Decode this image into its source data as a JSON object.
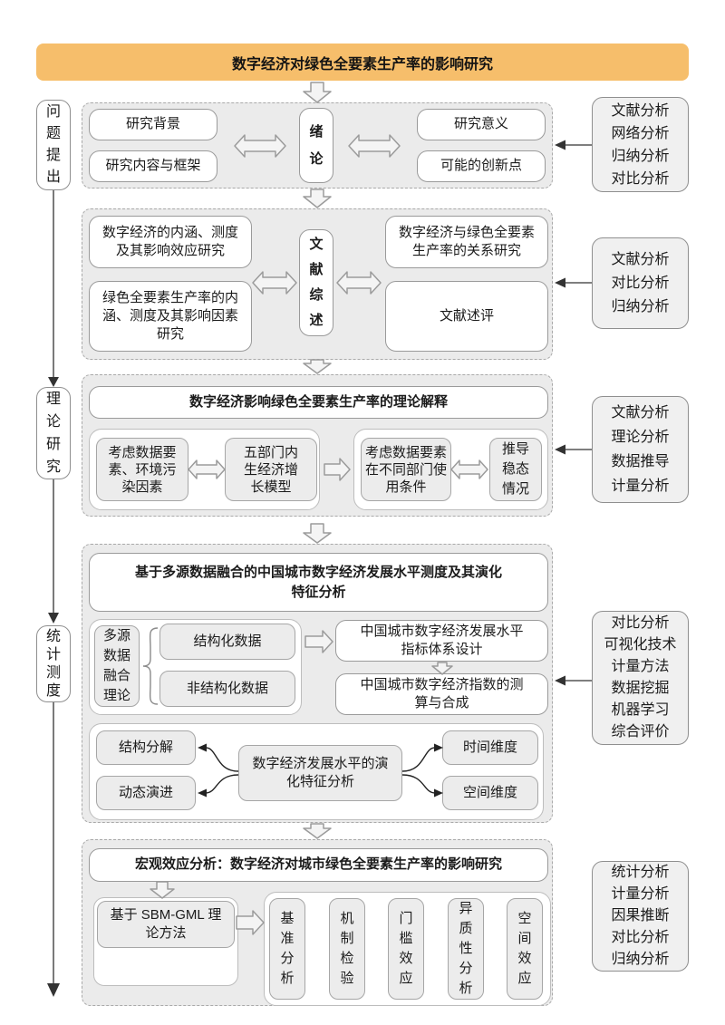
{
  "banner": {
    "title": "数字经济对绿色全要素生产率的影响研究"
  },
  "rail": {
    "items": [
      {
        "label": "问题提出"
      },
      {
        "label": "理论研究"
      },
      {
        "label": "统计测度"
      }
    ]
  },
  "section1": {
    "left_boxes": [
      {
        "label": "研究背景"
      },
      {
        "label": "研究内容与框架"
      }
    ],
    "center": {
      "label": "绪论"
    },
    "right_boxes": [
      {
        "label": "研究意义"
      },
      {
        "label": "可能的创新点"
      }
    ]
  },
  "section2": {
    "left_boxes": [
      {
        "label": "数字经济的内涵、测度及其影响效应研究"
      },
      {
        "label": "绿色全要素生产率的内涵、测度及其影响因素研究"
      }
    ],
    "center": {
      "label": "文献综述"
    },
    "right_boxes": [
      {
        "label": "数字经济与绿色全要素生产率的关系研究"
      },
      {
        "label": "文献述评"
      }
    ]
  },
  "section3": {
    "title": "数字经济影响绿色全要素生产率的理论解释",
    "group1": [
      {
        "label": "考虑数据要素、环境污染因素"
      },
      {
        "label": "五部门内生经济增长模型"
      }
    ],
    "group2": [
      {
        "label": "考虑数据要素在不同部门使用条件"
      },
      {
        "label": "推导稳态情况"
      }
    ]
  },
  "section4": {
    "title": "基于多源数据融合的中国城市数字经济发展水平测度及其演化特征分析",
    "fusion": {
      "label": "多源数据融合理论"
    },
    "data_types": [
      {
        "label": "结构化数据"
      },
      {
        "label": "非结构化数据"
      }
    ],
    "steps": [
      {
        "label": "中国城市数字经济发展水平指标体系设计"
      },
      {
        "label": "中国城市数字经济指数的测算与合成"
      }
    ],
    "evolution": {
      "center": "数字经济发展水平的演化特征分析",
      "left": [
        {
          "label": "结构分解"
        },
        {
          "label": "动态演进"
        }
      ],
      "right": [
        {
          "label": "时间维度"
        },
        {
          "label": "空间维度"
        }
      ]
    }
  },
  "section5": {
    "title": "宏观效应分析：数字经济对城市绿色全要素生产率的影响研究",
    "method": {
      "label": "基于 SBM-GML 理论方法"
    },
    "analyses": [
      {
        "label": "基准分析"
      },
      {
        "label": "机制检验"
      },
      {
        "label": "门槛效应"
      },
      {
        "label": "异质性分析"
      },
      {
        "label": "空间效应"
      }
    ]
  },
  "methods_panels": [
    {
      "lines": [
        "文献分析",
        "网络分析",
        "归纳分析",
        "对比分析"
      ]
    },
    {
      "lines": [
        "文献分析",
        "对比分析",
        "归纳分析"
      ]
    },
    {
      "lines": [
        "文献分析",
        "理论分析",
        "数据推导",
        "计量分析"
      ]
    },
    {
      "lines": [
        "对比分析",
        "可视化技术",
        "计量方法",
        "数据挖掘",
        "机器学习",
        "综合评价"
      ]
    },
    {
      "lines": [
        "统计分析",
        "计量分析",
        "因果推断",
        "对比分析",
        "归纳分析"
      ]
    }
  ],
  "colors": {
    "banner": "#F6BE6B",
    "section_bg": "#EBEBEB",
    "box_bg": "#FFFFFF",
    "inner_box_bg": "#ECECEC",
    "methods_bg": "#F0F0F0",
    "border": "#9A9A9A",
    "connector": "#333333"
  }
}
